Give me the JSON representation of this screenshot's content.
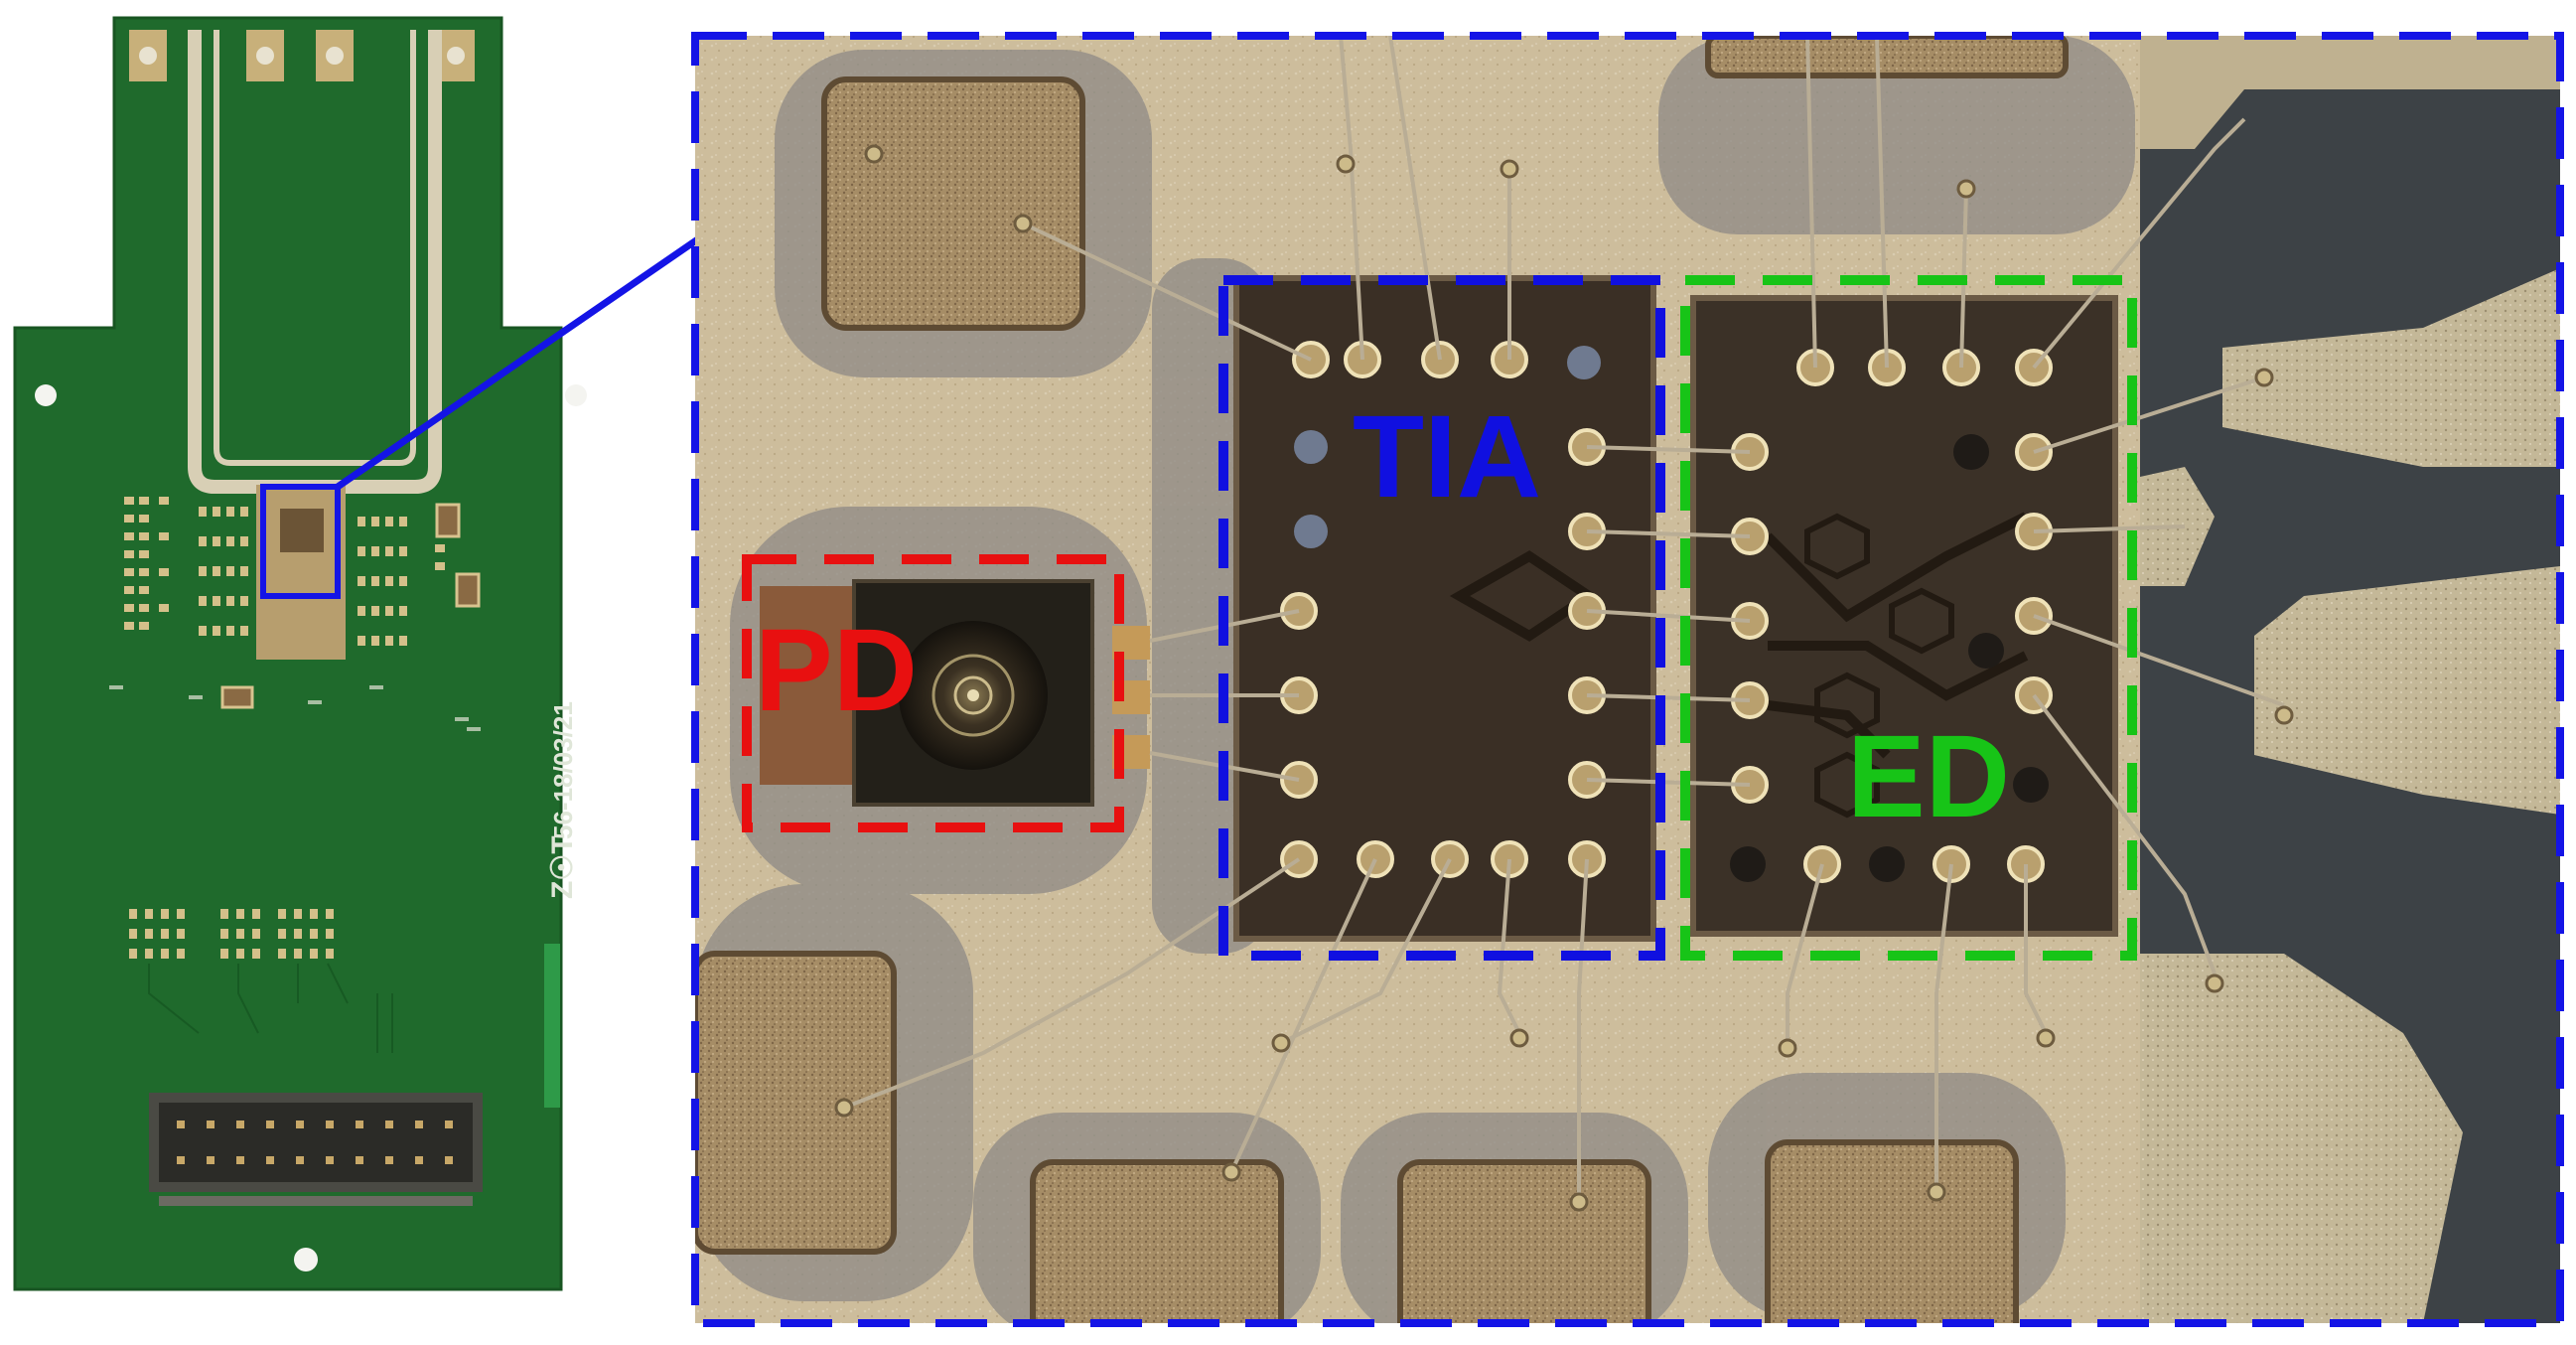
{
  "labels": {
    "tia": "TIA",
    "pd": "PD",
    "ed": "ED",
    "board_marking": "56-18/03/21",
    "board_logo": "Z☉T"
  },
  "colors": {
    "pcb_green": "#1f6a2c",
    "tia_box": "#1010e0",
    "pd_box": "#e81010",
    "ed_box": "#17c417",
    "zoom_frame": "#1414e6",
    "substrate": "#c9b99a",
    "chip_die": "#3a2f25",
    "gold_pad": "#a8926a"
  },
  "icons": [
    "connector-header",
    "photodiode-lens"
  ]
}
